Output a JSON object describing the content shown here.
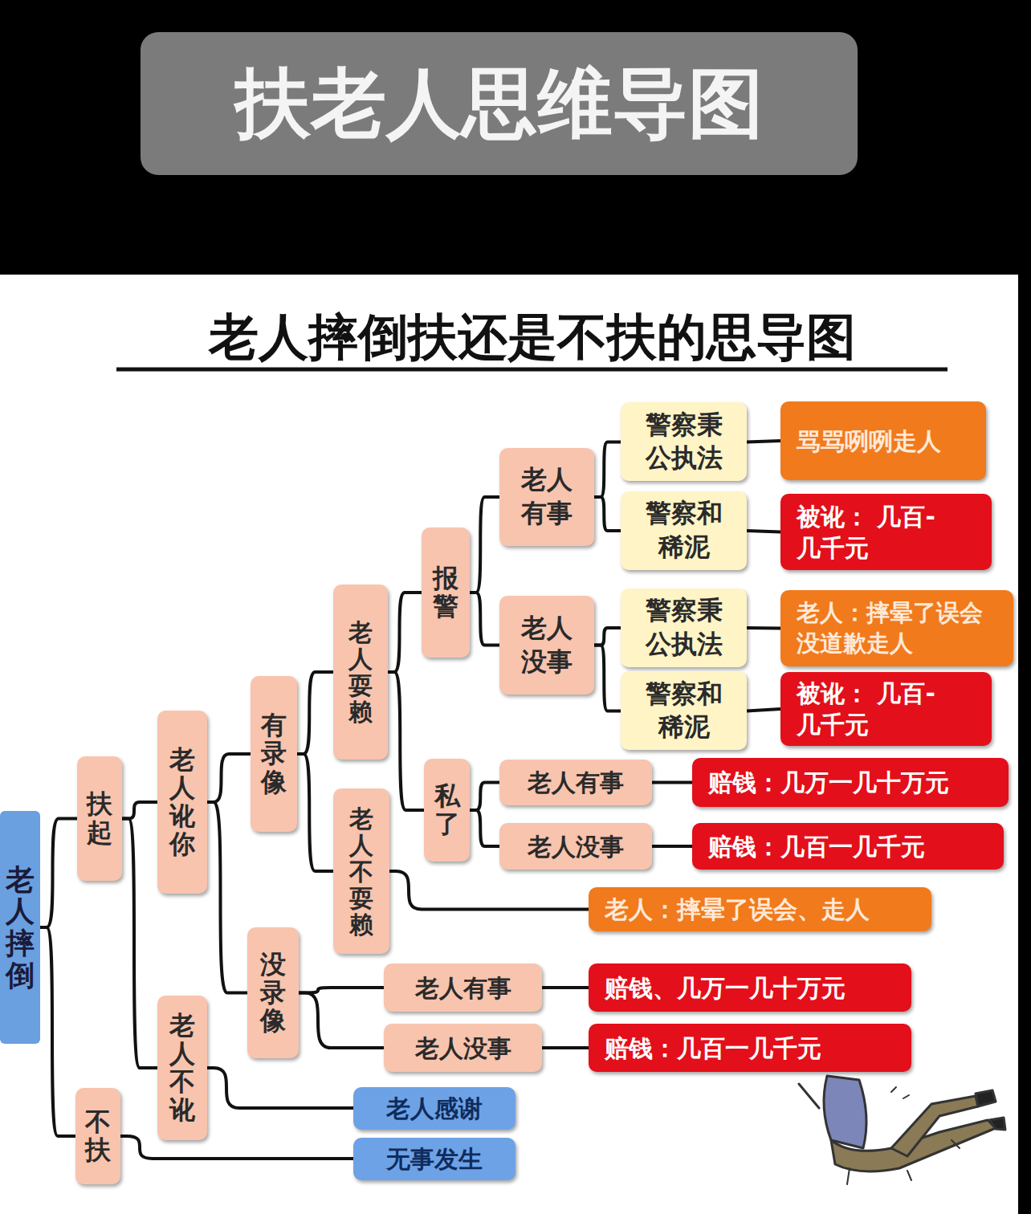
{
  "diagram": {
    "title": "扶老人思维导图",
    "nodes": [
      {
        "text": [
          "老人摔倒"
        ]
      },
      {
        "text": [
          "扶起"
        ]
      },
      {
        "text": [
          "老人讹你"
        ]
      },
      {
        "text": [
          "有录像"
        ]
      },
      {
        "text": [
          "老人耍赖"
        ]
      },
      {
        "text": [
          "报警"
        ]
      },
      {
        "text": [
          "老人有事"
        ]
      },
      {
        "text": [
          "警察秉公执法"
        ]
      },
      {
        "text": [
          "骂骂咧咧走人"
        ]
      },
      {
        "text": [
          "警察和稀泥"
        ]
      },
      {
        "text": [
          "被讹： 几百-几千元"
        ]
      },
      {
        "text": [
          "老人没事"
        ]
      },
      {
        "text": [
          "警察秉公执法"
        ]
      },
      {
        "text": [
          "老人：摔晕了误会 没道歉走人"
        ]
      },
      {
        "text": [
          "警察和稀泥"
        ]
      },
      {
        "text": [
          "被讹： 几百-几千元"
        ]
      },
      {
        "text": [
          "私了"
        ]
      },
      {
        "text": [
          "老人有事"
        ]
      },
      {
        "text": [
          "赔钱：几万一几十万元"
        ]
      },
      {
        "text": [
          "老人没事"
        ]
      },
      {
        "text": [
          "赔钱：几百一几千元"
        ]
      },
      {
        "text": [
          "老人不耍赖"
        ]
      },
      {
        "text": [
          "老人：摔晕了误会、走人"
        ]
      },
      {
        "text": [
          "没录像"
        ]
      },
      {
        "text": [
          "老人有事"
        ]
      },
      {
        "text": [
          "赔钱、几万一几十万元"
        ]
      },
      {
        "text": [
          "老人没事"
        ]
      },
      {
        "text": [
          "赔钱：几百一几千元"
        ]
      },
      {
        "text": [
          "老人不讹"
        ]
      },
      {
        "text": [
          "老人感谢"
        ]
      },
      {
        "text": [
          "不扶"
        ]
      },
      {
        "text": [
          "无事发生"
        ]
      }
    ],
    "edges": [
      {
        "from": 0,
        "to": 1,
        "arrow": "none"
      },
      {
        "from": 0,
        "to": 30,
        "arrow": "none"
      },
      {
        "from": 1,
        "to": 2,
        "arrow": "none"
      },
      {
        "from": 1,
        "to": 28,
        "arrow": "none"
      },
      {
        "from": 2,
        "to": 3,
        "arrow": "none"
      },
      {
        "from": 2,
        "to": 23,
        "arrow": "none"
      },
      {
        "from": 3,
        "to": 4,
        "arrow": "none"
      },
      {
        "from": 3,
        "to": 21,
        "arrow": "none"
      },
      {
        "from": 4,
        "to": 5,
        "arrow": "none"
      },
      {
        "from": 4,
        "to": 16,
        "arrow": "none"
      },
      {
        "from": 5,
        "to": 6,
        "arrow": "none"
      },
      {
        "from": 5,
        "to": 11,
        "arrow": "none"
      },
      {
        "from": 6,
        "to": 7,
        "arrow": "none"
      },
      {
        "from": 6,
        "to": 9,
        "arrow": "none"
      },
      {
        "from": 7,
        "to": 8,
        "arrow": "none"
      },
      {
        "from": 9,
        "to": 10,
        "arrow": "none"
      },
      {
        "from": 11,
        "to": 12,
        "arrow": "none"
      },
      {
        "from": 11,
        "to": 14,
        "arrow": "none"
      },
      {
        "from": 12,
        "to": 13,
        "arrow": "none"
      },
      {
        "from": 14,
        "to": 15,
        "arrow": "none"
      },
      {
        "from": 16,
        "to": 17,
        "arrow": "none"
      },
      {
        "from": 16,
        "to": 19,
        "arrow": "none"
      },
      {
        "from": 17,
        "to": 18,
        "arrow": "none"
      },
      {
        "from": 19,
        "to": 20,
        "arrow": "none"
      },
      {
        "from": 21,
        "to": 22,
        "arrow": "none"
      },
      {
        "from": 23,
        "to": 24,
        "arrow": "none"
      },
      {
        "from": 23,
        "to": 26,
        "arrow": "none"
      },
      {
        "from": 24,
        "to": 25,
        "arrow": "none"
      },
      {
        "from": 26,
        "to": 27,
        "arrow": "none"
      },
      {
        "from": 28,
        "to": 29,
        "arrow": "none"
      },
      {
        "from": 30,
        "to": 31,
        "arrow": "none"
      }
    ],
    "labels": [
      "老人摔倒扶还是不扶的思导图"
    ]
  }
}
